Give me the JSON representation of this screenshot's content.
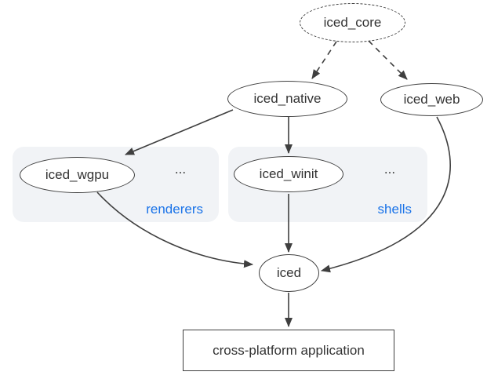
{
  "diagram": {
    "nodes": {
      "iced_core": "iced_core",
      "iced_native": "iced_native",
      "iced_web": "iced_web",
      "iced_wgpu": "iced_wgpu",
      "iced_winit": "iced_winit",
      "iced": "iced",
      "application": "cross-platform application"
    },
    "groups": {
      "renderers": {
        "label": "renderers",
        "more": "..."
      },
      "shells": {
        "label": "shells",
        "more": "..."
      }
    },
    "edges": [
      {
        "from": "iced_core",
        "to": "iced_native",
        "style": "dashed"
      },
      {
        "from": "iced_core",
        "to": "iced_web",
        "style": "dashed"
      },
      {
        "from": "iced_native",
        "to": "iced_wgpu",
        "style": "solid"
      },
      {
        "from": "iced_native",
        "to": "iced_winit",
        "style": "solid"
      },
      {
        "from": "iced_wgpu",
        "to": "iced",
        "style": "solid"
      },
      {
        "from": "iced_winit",
        "to": "iced",
        "style": "solid"
      },
      {
        "from": "iced_web",
        "to": "iced",
        "style": "solid"
      },
      {
        "from": "iced",
        "to": "application",
        "style": "solid"
      }
    ],
    "colors": {
      "stroke": "#3f3f3f",
      "text": "#333333",
      "group_background": "#f1f3f6",
      "group_label": "#1a73e8",
      "background": "#ffffff"
    }
  }
}
